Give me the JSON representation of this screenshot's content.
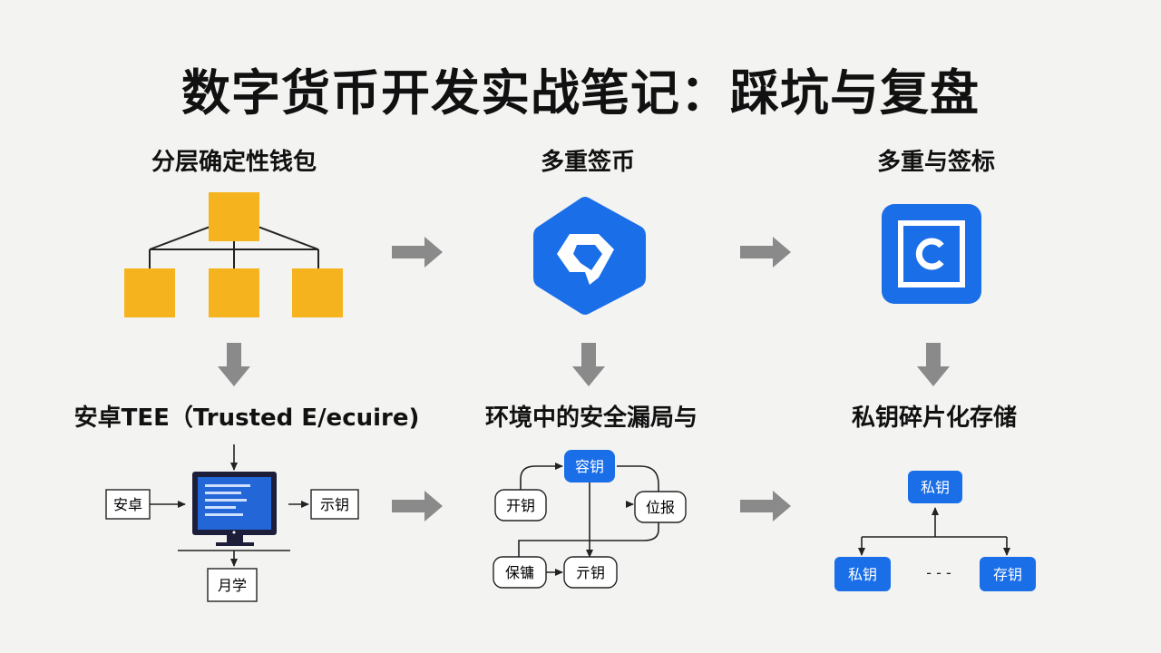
{
  "title": "数字货币开发实战笔记：踩坑与复盘",
  "colors": {
    "background": "#f3f3f1",
    "yellow": "#f5b41e",
    "blue": "#1a6ee8",
    "arrow_gray": "#8a8a8a",
    "line": "#222222"
  },
  "columns": [
    {
      "top_label": "分层确定性钱包",
      "bottom_label": "安卓TEE（Trusted E/ecuire)"
    },
    {
      "top_label": "多重签币",
      "bottom_label": "环境中的安全漏局与"
    },
    {
      "top_label": "多重与签标",
      "bottom_label": "私钥碎片化存储"
    }
  ],
  "icons": {
    "hd_wallet": "tree-diagram-icon",
    "multisig": "hexagon-shield-icon",
    "multisig_sign": "square-c-icon",
    "monitor": "monitor-icon"
  },
  "tee_diagram": {
    "left_box": "安卓",
    "right_box": "示钥",
    "bottom_box": "月学"
  },
  "flow_diagram": {
    "top_node": "容钥",
    "left_node": "开钥",
    "right_node": "位报",
    "bottom_left_node": "保镛",
    "bottom_right_node": "亓钥"
  },
  "shard_diagram": {
    "top_node": "私钥",
    "left_node": "私钥",
    "right_node": "存钥",
    "ellipsis": "- - -"
  }
}
